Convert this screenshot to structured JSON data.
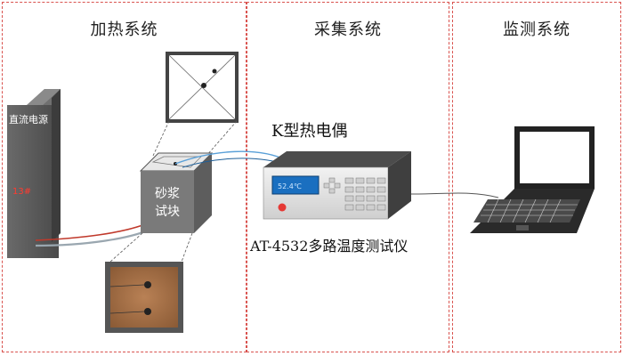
{
  "panels": {
    "heating": "加热系统",
    "acquisition": "采集系统",
    "monitoring": "监测系统"
  },
  "power_supply": {
    "label": "直流电源",
    "display": "13#"
  },
  "specimen": {
    "label_line1": "砂浆",
    "label_line2": "试块"
  },
  "thermocouple_label": "K型热电偶",
  "instrument": {
    "name": "AT-4532多路温度测试仪",
    "display": "52.4℃"
  },
  "colors": {
    "border": "#d9534f",
    "power_supply": "#5a5a5a",
    "power_display": "#ff3b30",
    "screen": "#1a6fc0",
    "specimen_top": "#c58a5a"
  }
}
